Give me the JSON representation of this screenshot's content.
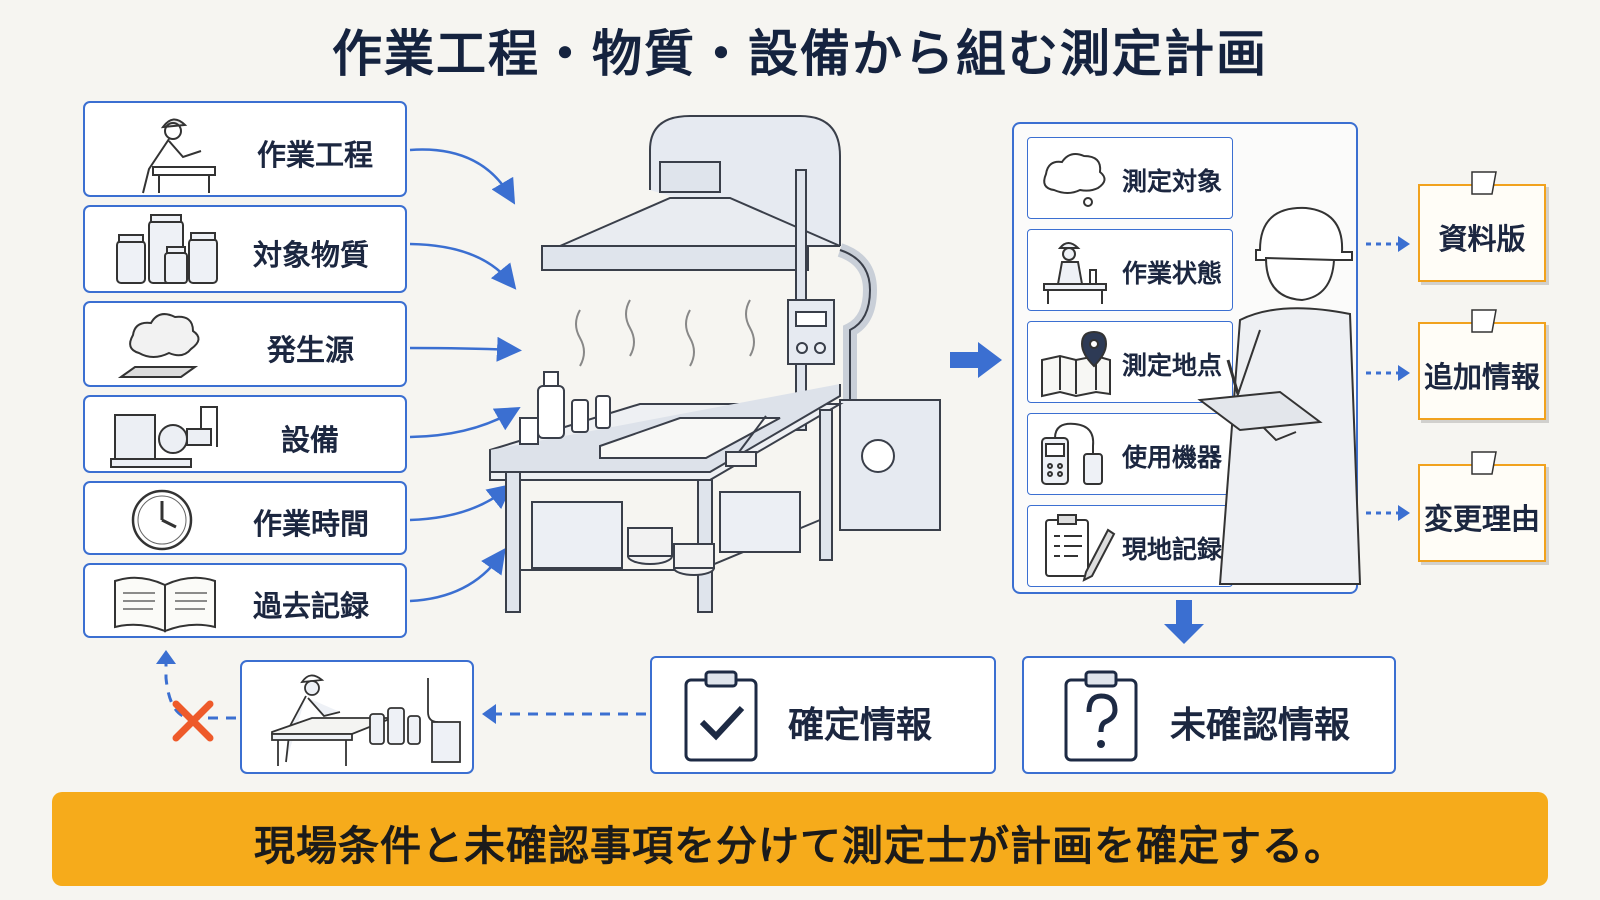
{
  "title": "作業工程・物質・設備から組む測定計画",
  "inputs": [
    {
      "label": "作業工程",
      "icon": "worker-at-bench-icon"
    },
    {
      "label": "対象物質",
      "icon": "chemical-jars-icon"
    },
    {
      "label": "発生源",
      "icon": "steam-cloud-icon"
    },
    {
      "label": "設備",
      "icon": "pump-machine-icon"
    },
    {
      "label": "作業時間",
      "icon": "clock-icon"
    },
    {
      "label": "過去記録",
      "icon": "open-book-icon"
    }
  ],
  "plan_items": [
    {
      "label": "測定対象",
      "icon": "cloud-icon"
    },
    {
      "label": "作業状態",
      "icon": "worker-icon"
    },
    {
      "label": "測定地点",
      "icon": "map-pin-icon"
    },
    {
      "label": "使用機器",
      "icon": "measuring-device-icon"
    },
    {
      "label": "現地記録",
      "icon": "clipboard-pen-icon"
    }
  ],
  "notes": [
    {
      "label": "資料版"
    },
    {
      "label": "追加情報"
    },
    {
      "label": "変更理由"
    }
  ],
  "confirmed": {
    "label": "確定情報",
    "icon": "clipboard-check-icon"
  },
  "unconfirmed": {
    "label": "未確認情報",
    "icon": "clipboard-question-icon"
  },
  "banner": "現場条件と未確認事項を分けて測定士が計画を確定する。",
  "colors": {
    "accent_blue": "#3b6fd1",
    "note_orange": "#f1a21e",
    "banner_orange": "#f6ab1b",
    "cross_red": "#ee5a2a",
    "ink": "#1c2740"
  }
}
